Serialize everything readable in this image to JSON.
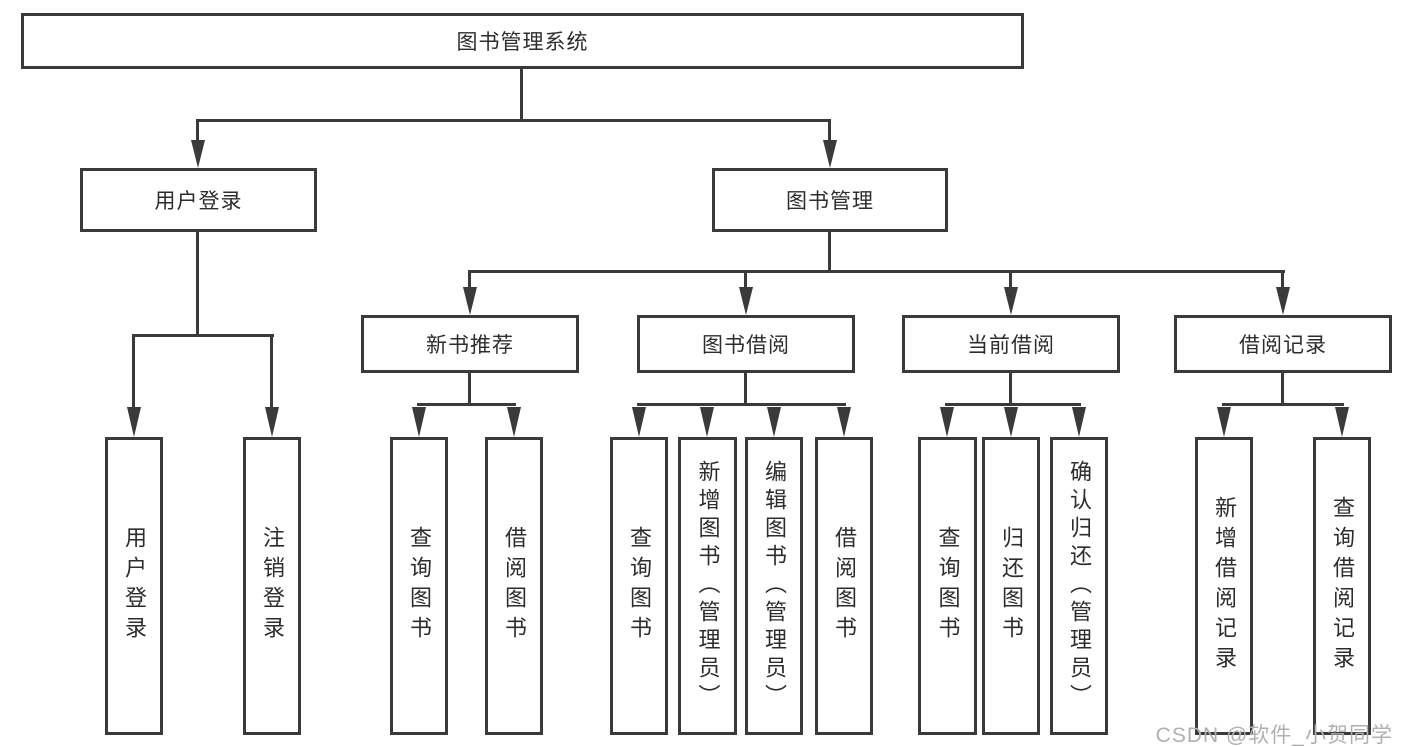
{
  "diagram": {
    "root": "图书管理系统",
    "level1": {
      "user_login": "用户登录",
      "book_management": "图书管理"
    },
    "level2": {
      "new_book_recommend": "新书推荐",
      "book_borrowing": "图书借阅",
      "current_borrowing": "当前借阅",
      "borrowing_records": "借阅记录"
    },
    "leaves": {
      "user_login": [
        "用户登录",
        "注销登录"
      ],
      "new_book_recommend": [
        "查询图书",
        "借阅图书"
      ],
      "book_borrowing": [
        "查询图书",
        "新增图书（管理员）",
        "编辑图书（管理员）",
        "借阅图书"
      ],
      "current_borrowing": [
        "查询图书",
        "归还图书",
        "确认归还（管理员）"
      ],
      "borrowing_records": [
        "新增借阅记录",
        "查询借阅记录"
      ]
    }
  },
  "watermark": {
    "text": "CSDN @软件_小贺同学"
  },
  "colors": {
    "line": "#3a3a3a",
    "text": "#2d2d2d",
    "background": "#ffffff",
    "watermark": "#b0b0b0"
  }
}
